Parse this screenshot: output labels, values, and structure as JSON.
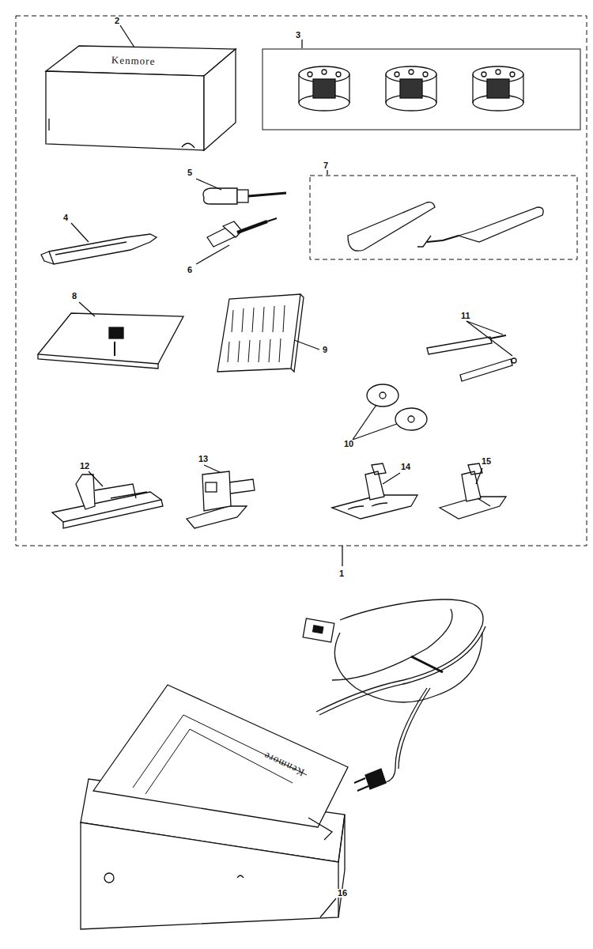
{
  "diagram": {
    "labels": [
      "2",
      "Kenmore",
      "3",
      "4",
      "5",
      "7",
      "6",
      "8",
      "9",
      "11",
      "10",
      "12",
      "13",
      "14",
      "15",
      "1",
      "Kenmore",
      "16"
    ]
  }
}
